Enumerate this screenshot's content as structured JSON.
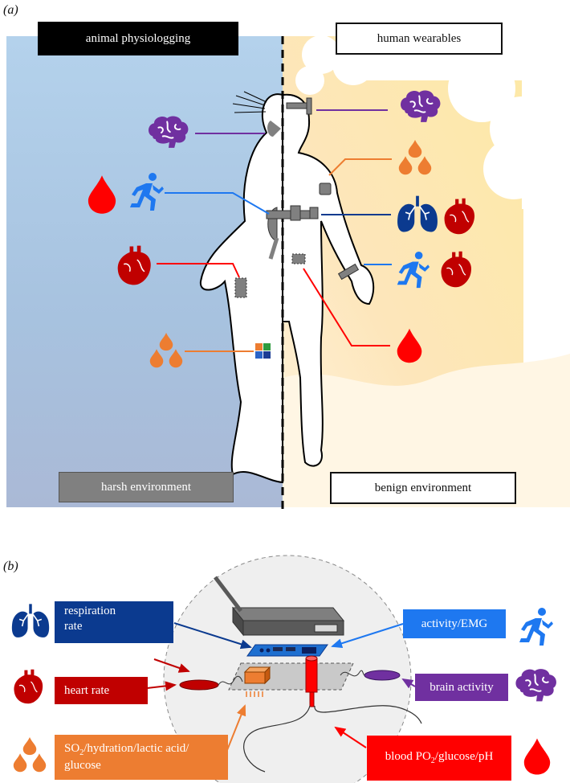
{
  "panel_a": {
    "label": "(a)",
    "left_header": "animal physiologging",
    "right_header": "human wearables",
    "left_footer": "harsh environment",
    "right_footer": "benign environment"
  },
  "panel_b": {
    "label": "(b)",
    "respiration": "respiration rate",
    "heart_rate": "heart rate",
    "so2": "SO",
    "so2_sub": "2",
    "so2_rest": "/hydration/lactic acid/ glucose",
    "activity": "activity/EMG",
    "brain": "brain activity",
    "blood_a": "blood PO",
    "blood_sub": "2",
    "blood_b": "/glucose/pH"
  },
  "colors": {
    "brain": "#7030a0",
    "blood": "#ff0000",
    "activity": "#1e78f0",
    "heart": "#c00000",
    "sweat": "#ed7d31",
    "lungs": "#0b3a8f"
  },
  "icons": [
    "brain-icon",
    "blood-drop-icon",
    "runner-icon",
    "heart-icon",
    "sweat-drops-icon",
    "lungs-icon"
  ]
}
